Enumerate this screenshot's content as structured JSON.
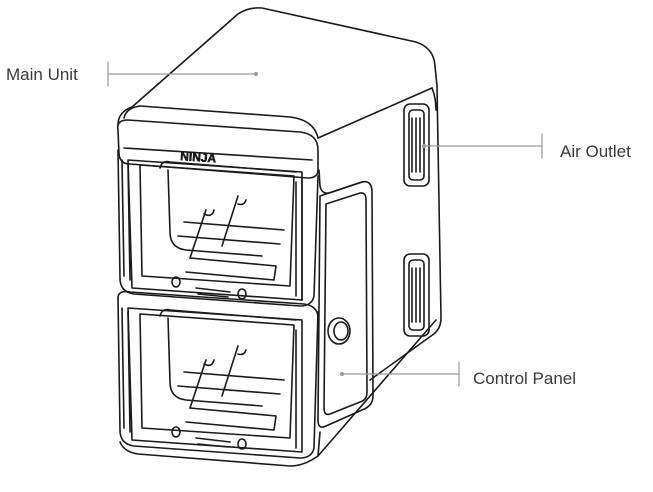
{
  "diagram": {
    "callouts": {
      "main_unit": "Main Unit",
      "air_outlet": "Air Outlet",
      "control_panel": "Control Panel"
    },
    "brand_logo": "NINJA"
  },
  "colors": {
    "line": "#1a1a1a",
    "leader": "#9a9a9a",
    "text": "#3a3a3a",
    "background": "#ffffff"
  }
}
